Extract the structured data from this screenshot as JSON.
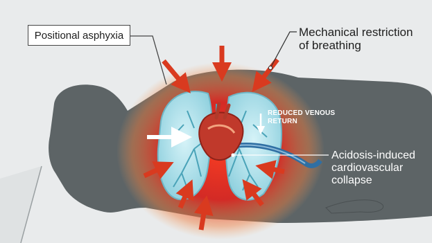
{
  "labels": {
    "positional_asphyxia": "Positional asphyxia",
    "mechanical_restriction_line1": "Mechanical restriction",
    "mechanical_restriction_line2": "of breathing",
    "reduced_venous_line1": "REDUCED VENOUS",
    "reduced_venous_line2": "RETURN",
    "acidosis_line1": "Acidosis-induced",
    "acidosis_line2": "cardiovascular collapse"
  },
  "colors": {
    "background": "#e9ebec",
    "body_silhouette": "#5d6466",
    "pressure_glow": "#e8201a",
    "pressure_arrows": "#d93a1f",
    "lung_tissue": "#aee3ec",
    "heart": "#c0392b",
    "veins": "#2f6fa3",
    "label_text": "#1e1e1e"
  },
  "icons": {
    "compression_arrows": "arrow-down-icon",
    "venous_arrow": "arrow-down-icon",
    "airflow_arrow": "arrow-right-icon"
  }
}
